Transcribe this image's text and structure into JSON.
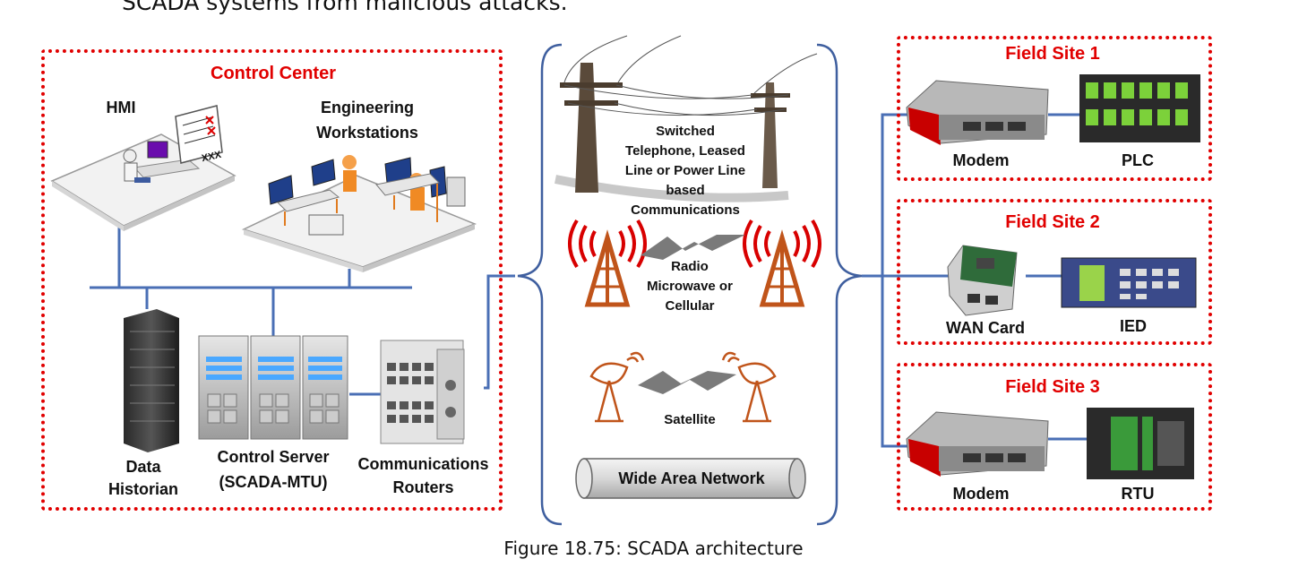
{
  "intro_text": "SCADA systems from malicious attacks.",
  "caption": "Figure 18.75: SCADA architecture",
  "control_center": {
    "title": "Control Center",
    "hmi": "HMI",
    "engineering_line1": "Engineering",
    "engineering_line2": "Workstations",
    "data_historian_line1": "Data",
    "data_historian_line2": "Historian",
    "control_server_line1": "Control Server",
    "control_server_line2": "(SCADA-MTU)",
    "routers_line1": "Communications",
    "routers_line2": "Routers",
    "hmi_screen_text": "XXX"
  },
  "wan": {
    "telephone_line1": "Switched",
    "telephone_line2": "Telephone, Leased",
    "telephone_line3": "Line or Power Line",
    "telephone_line4": "based",
    "telephone_line5": "Communications",
    "radio_line1": "Radio",
    "radio_line2": "Microwave or",
    "radio_line3": "Cellular",
    "satellite": "Satellite",
    "network": "Wide Area Network"
  },
  "field_sites": [
    {
      "title": "Field Site 1",
      "left_device": "Modem",
      "right_device": "PLC"
    },
    {
      "title": "Field Site 2",
      "left_device": "WAN Card",
      "right_device": "IED"
    },
    {
      "title": "Field Site 3",
      "left_device": "Modem",
      "right_device": "RTU"
    }
  ],
  "colors": {
    "border_red": "#e10000",
    "line_blue": "#4a6fb5",
    "tower_orange": "#c0541a"
  }
}
